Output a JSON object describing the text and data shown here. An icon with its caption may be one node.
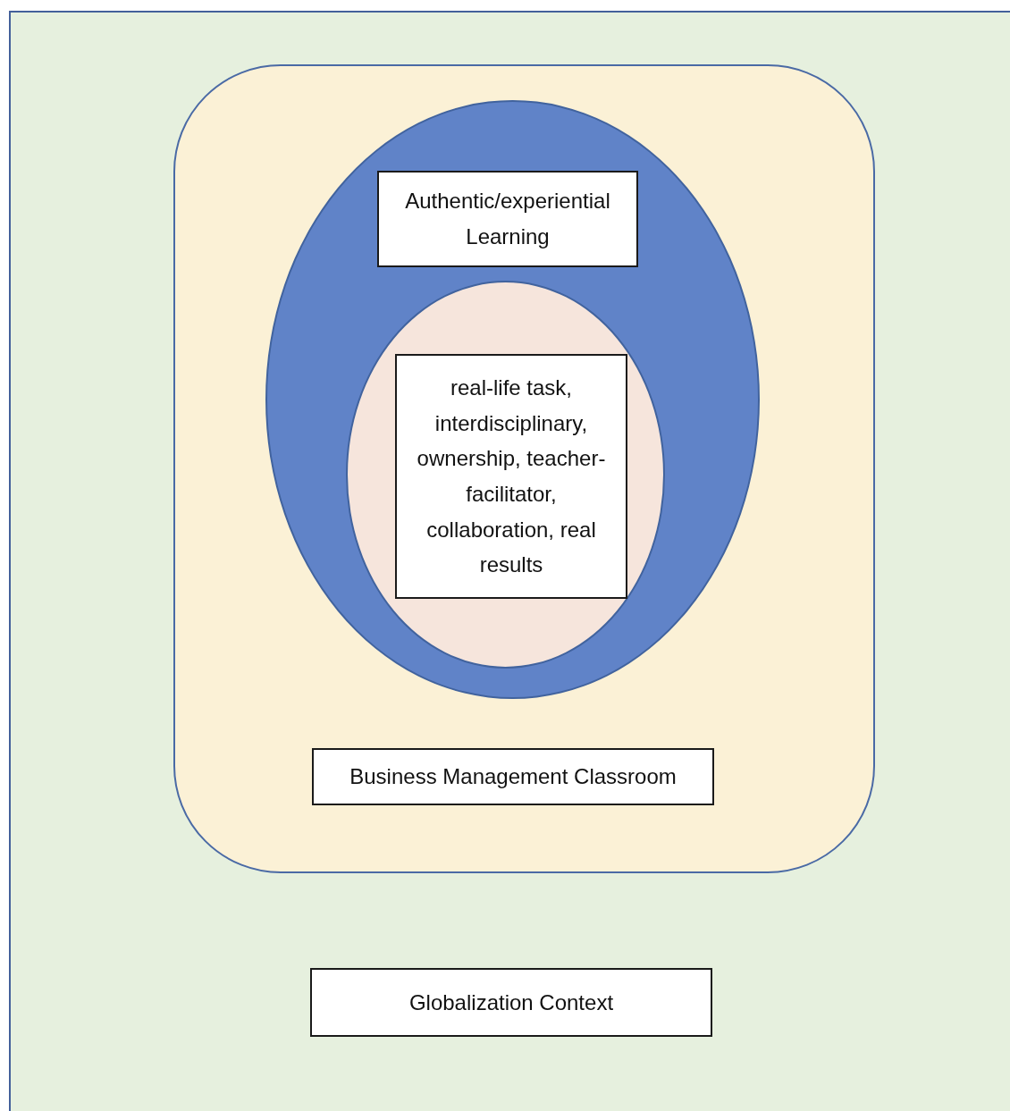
{
  "diagram": {
    "nodes": [
      {
        "text": [],
        "shape": "box"
      },
      {
        "text": [],
        "shape": "box",
        "in": 0
      },
      {
        "text": [],
        "shape": "ellipse",
        "in": 1
      },
      {
        "text": [
          "Authentic/experiential Learning"
        ],
        "in": 2
      },
      {
        "text": [],
        "shape": "ellipse",
        "in": 2
      },
      {
        "text": [
          "real-life task, interdisciplinary, ownership, teacher-facilitator, collaboration, real results"
        ],
        "in": 4
      },
      {
        "text": [
          "Business Management Classroom"
        ],
        "in": 1
      },
      {
        "text": [
          "Globalization Context"
        ],
        "in": 0
      }
    ]
  }
}
